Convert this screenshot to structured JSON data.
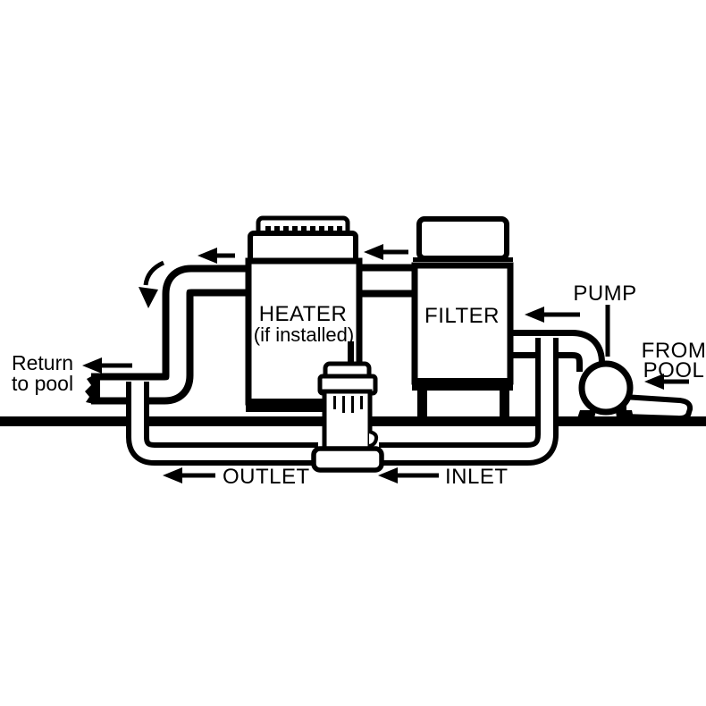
{
  "diagram": {
    "type": "pool-plumbing-schematic",
    "background_color": "#ffffff",
    "line_color": "#000000",
    "labels": {
      "return_line1": "Return",
      "return_line2": "to pool",
      "heater": "HEATER",
      "heater_note": "(if installed)",
      "filter": "FILTER",
      "pump": "PUMP",
      "from_line1": "FROM",
      "from_line2": "POOL",
      "outlet": "OUTLET",
      "inlet": "INLET"
    },
    "flow_arrows": [
      {
        "name": "return-flow",
        "direction": "left"
      },
      {
        "name": "heater-outlet-flow",
        "direction": "left"
      },
      {
        "name": "heater-outlet-bend-flow",
        "direction": "down"
      },
      {
        "name": "filter-to-heater-flow",
        "direction": "left"
      },
      {
        "name": "pump-to-filter-flow",
        "direction": "left"
      },
      {
        "name": "from-pool-flow",
        "direction": "left"
      },
      {
        "name": "outlet-flow",
        "direction": "left"
      },
      {
        "name": "inlet-flow",
        "direction": "left"
      }
    ]
  }
}
